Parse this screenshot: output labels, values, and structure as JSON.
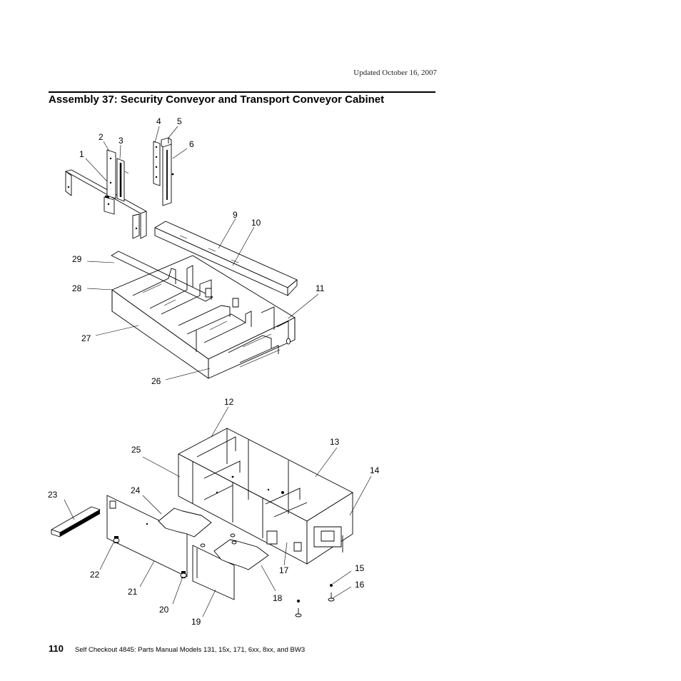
{
  "header": {
    "updated": "Updated October 16, 2007"
  },
  "title": "Assembly 37: Security Conveyor and Transport Conveyor Cabinet",
  "callouts": [
    "1",
    "2",
    "3",
    "4",
    "5",
    "6",
    "9",
    "10",
    "11",
    "12",
    "13",
    "14",
    "15",
    "16",
    "17",
    "18",
    "19",
    "20",
    "21",
    "22",
    "23",
    "24",
    "25",
    "26",
    "27",
    "28",
    "29"
  ],
  "footer": {
    "page_number": "110",
    "text": "Self Checkout 4845:  Parts Manual Models 131, 15x, 171, 6xx, 8xx, and BW3"
  }
}
